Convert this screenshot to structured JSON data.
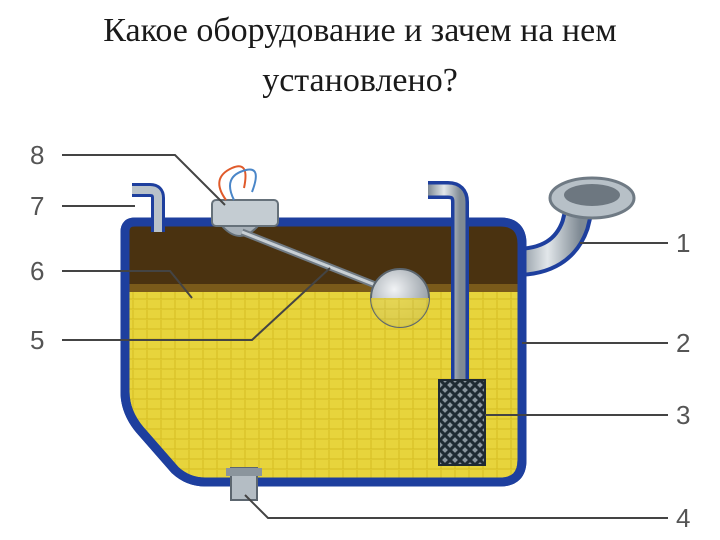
{
  "slide": {
    "title_line1": "Какое оборудование и зачем на нем",
    "title_line2": "установлено?"
  },
  "diagram": {
    "labels": [
      "1",
      "2",
      "3",
      "4",
      "5",
      "6",
      "7",
      "8"
    ],
    "colors": {
      "tank_wall": "#1e3f9e",
      "fuel": "#e6d23a",
      "air_space": "#4a3210",
      "pipe": "#a9b3bb",
      "leader": "#444444"
    }
  }
}
